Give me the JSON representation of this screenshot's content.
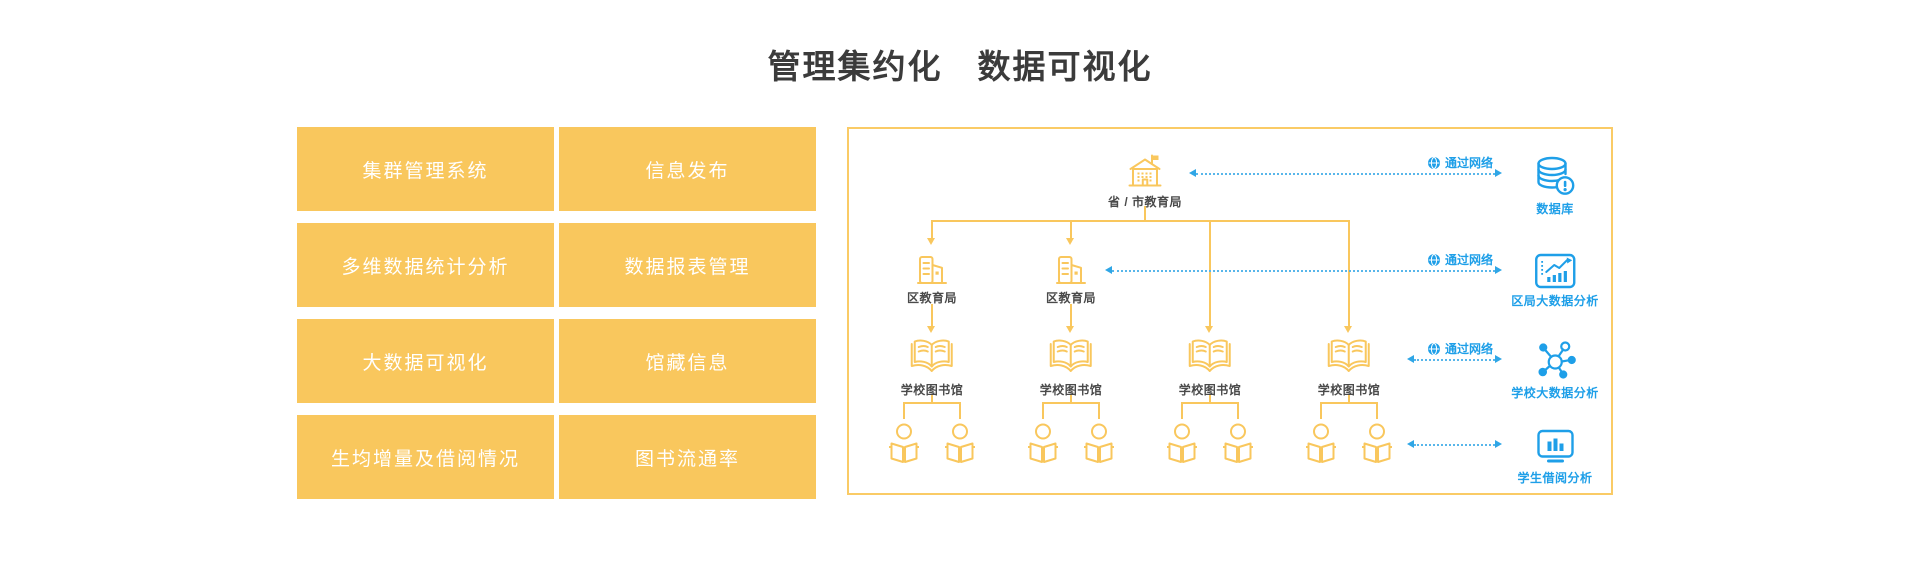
{
  "page": {
    "title": "管理集约化　数据可视化"
  },
  "colors": {
    "yellow": "#F9C75D",
    "blue": "#1E9FE8",
    "dotted_blue": "#58B6EA",
    "title_text": "#3B3B3B",
    "node_label_text": "#4A4A4A",
    "button_text": "#FFFFFF",
    "diagram_border": "#FACB66"
  },
  "feature_buttons": [
    {
      "label": "集群管理系统"
    },
    {
      "label": "信息发布"
    },
    {
      "label": "多维数据统计分析"
    },
    {
      "label": "数据报表管理"
    },
    {
      "label": "大数据可视化"
    },
    {
      "label": "馆藏信息"
    },
    {
      "label": "生均增量及借阅情况"
    },
    {
      "label": "图书流通率"
    }
  ],
  "diagram": {
    "root": {
      "label": "省 / 市教育局",
      "icon": "school-building-icon"
    },
    "district_bureaus": [
      {
        "label": "区教育局",
        "icon": "office-building-icon"
      },
      {
        "label": "区教育局",
        "icon": "office-building-icon"
      }
    ],
    "school_libraries": [
      {
        "label": "学校图书馆",
        "icon": "open-book-icon"
      },
      {
        "label": "学校图书馆",
        "icon": "open-book-icon"
      },
      {
        "label": "学校图书馆",
        "icon": "open-book-icon"
      },
      {
        "label": "学校图书馆",
        "icon": "open-book-icon"
      }
    ],
    "students_icon": "student-reading-icon",
    "links": [
      {
        "network_label": "通过网络",
        "network_icon": "globe-icon",
        "target_label": "数据库",
        "target_icon": "database-icon"
      },
      {
        "network_label": "通过网络",
        "network_icon": "globe-icon",
        "target_label": "区局大数据分析",
        "target_icon": "data-analysis-chart-icon"
      },
      {
        "network_label": "通过网络",
        "network_icon": "globe-icon",
        "target_label": "学校大数据分析",
        "target_icon": "network-nodes-icon"
      },
      {
        "target_label": "学生借阅分析",
        "target_icon": "monitor-chart-icon"
      }
    ]
  }
}
